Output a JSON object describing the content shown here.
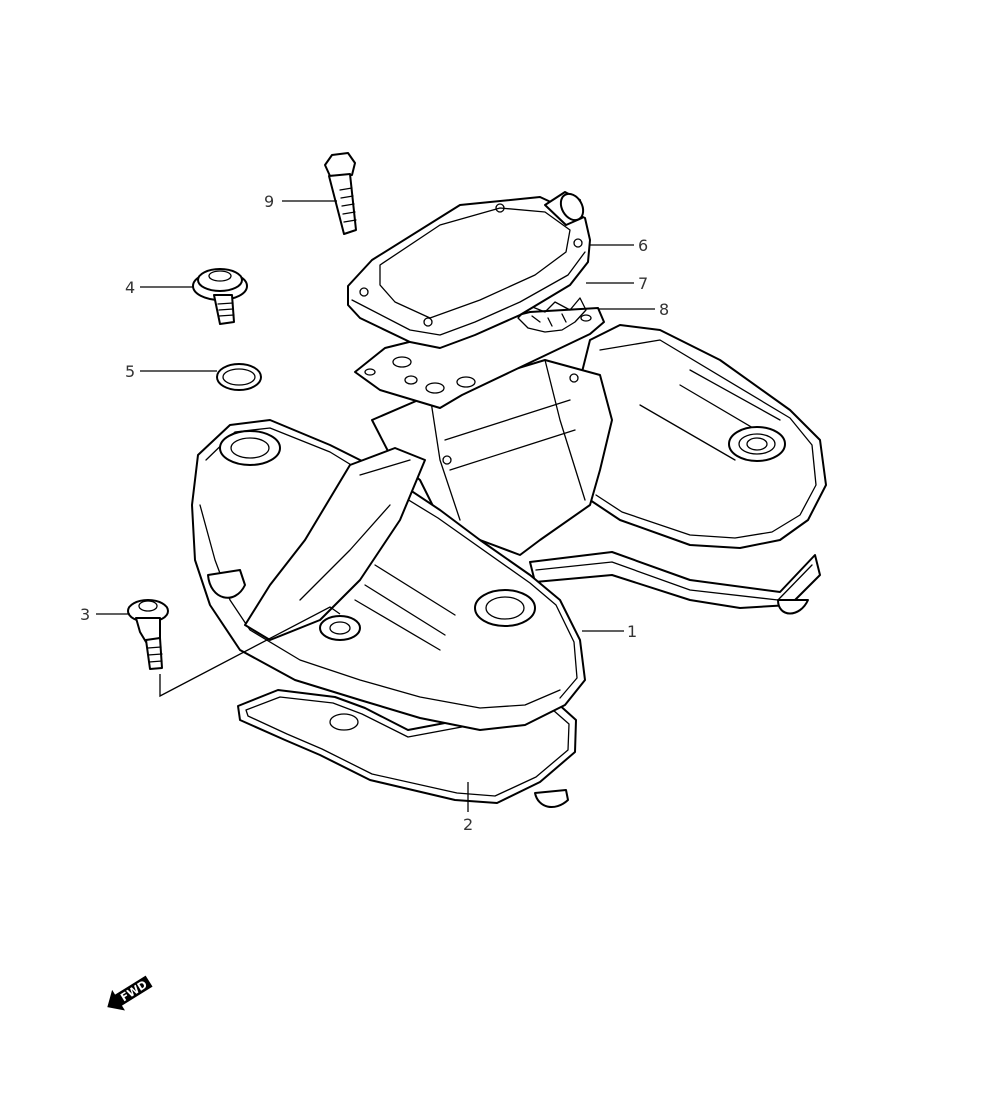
{
  "callouts": [
    {
      "id": "1",
      "label": "1"
    },
    {
      "id": "2",
      "label": "2"
    },
    {
      "id": "3",
      "label": "3"
    },
    {
      "id": "4",
      "label": "4"
    },
    {
      "id": "5",
      "label": "5"
    },
    {
      "id": "6",
      "label": "6"
    },
    {
      "id": "7",
      "label": "7"
    },
    {
      "id": "8",
      "label": "8"
    },
    {
      "id": "9",
      "label": "9"
    }
  ],
  "fwd_marker": {
    "label": "FWD"
  },
  "colors": {
    "line": "#000000",
    "text": "#333333",
    "background": "#ffffff"
  }
}
